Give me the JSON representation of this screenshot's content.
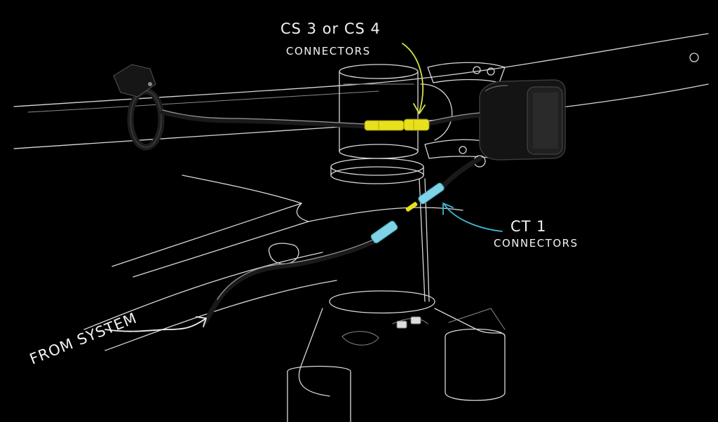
{
  "labels": {
    "cs_title": "CS 3 or CS 4",
    "cs_sub": "CONNECTORS",
    "ct_title": "CT 1",
    "ct_sub": "CONNECTORS",
    "from_system": "FROM SYSTEM"
  },
  "colors": {
    "background": "#000000",
    "line_art": "#d9d9d9",
    "cs_connector": "#e8e01a",
    "ct_connector": "#7fd3e6",
    "cs_arrow": "#d6e04a",
    "ct_arrow": "#3fb7cf",
    "label_text": "#f2f2f2"
  },
  "icons": {
    "handlebar_remote": "handlebar-remote-icon",
    "headlight": "headlight-icon"
  }
}
